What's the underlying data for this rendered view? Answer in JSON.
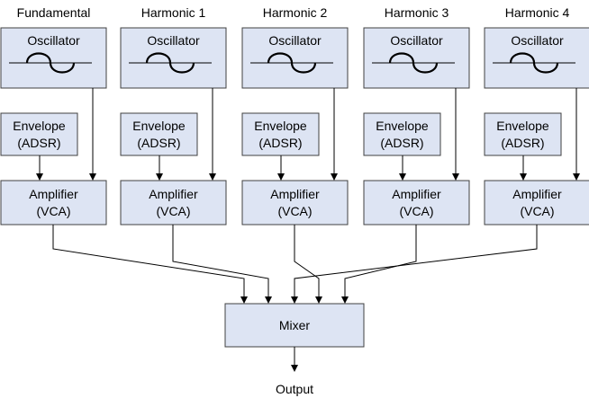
{
  "columns": [
    {
      "label": "Fundamental",
      "oscillator": "Oscillator",
      "envelope": [
        "Envelope",
        "(ADSR)"
      ],
      "amplifier": [
        "Amplifier",
        "(VCA)"
      ],
      "wave_icon": "sine-wave-icon"
    },
    {
      "label": "Harmonic 1",
      "oscillator": "Oscillator",
      "envelope": [
        "Envelope",
        "(ADSR)"
      ],
      "amplifier": [
        "Amplifier",
        "(VCA)"
      ],
      "wave_icon": "sine-wave-icon"
    },
    {
      "label": "Harmonic 2",
      "oscillator": "Oscillator",
      "envelope": [
        "Envelope",
        "(ADSR)"
      ],
      "amplifier": [
        "Amplifier",
        "(VCA)"
      ],
      "wave_icon": "sine-wave-icon"
    },
    {
      "label": "Harmonic 3",
      "oscillator": "Oscillator",
      "envelope": [
        "Envelope",
        "(ADSR)"
      ],
      "amplifier": [
        "Amplifier",
        "(VCA)"
      ],
      "wave_icon": "sine-wave-icon"
    },
    {
      "label": "Harmonic 4",
      "oscillator": "Oscillator",
      "envelope": [
        "Envelope",
        "(ADSR)"
      ],
      "amplifier": [
        "Amplifier",
        "(VCA)"
      ],
      "wave_icon": "sine-wave-icon"
    }
  ],
  "mixer": {
    "label": "Mixer"
  },
  "output": {
    "label": "Output"
  },
  "colors": {
    "box_fill": "#dde4f3",
    "box_stroke": "#404040",
    "line": "#000000"
  }
}
